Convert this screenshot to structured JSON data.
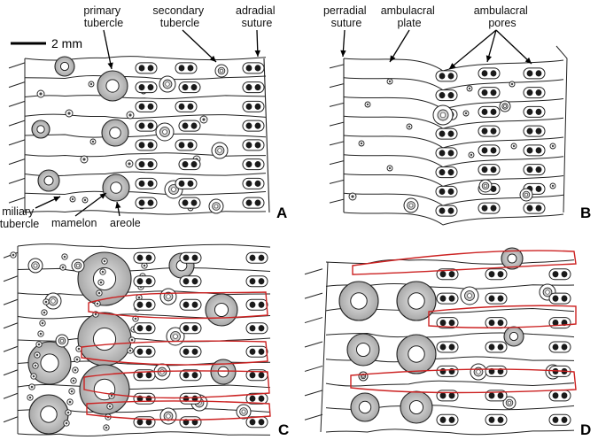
{
  "scale_bar": {
    "label": "2 mm"
  },
  "panels": [
    {
      "id": "A",
      "label": "A"
    },
    {
      "id": "B",
      "label": "B"
    },
    {
      "id": "C",
      "label": "C"
    },
    {
      "id": "D",
      "label": "D"
    }
  ],
  "labels": {
    "primary_tubercle": [
      "primary",
      "tubercle"
    ],
    "secondary_tubercle": [
      "secondary",
      "tubercle"
    ],
    "adradial_suture": [
      "adradial",
      "suture"
    ],
    "miliary_tubercle": [
      "miliary",
      "tubercle"
    ],
    "mamelon": [
      "mamelon"
    ],
    "areole": [
      "areole"
    ],
    "perradial_suture": [
      "perradial",
      "suture"
    ],
    "ambulacral_plate": [
      "ambulacral",
      "plate"
    ],
    "ambulacral_pores": [
      "ambulacral",
      "pores"
    ]
  },
  "colors": {
    "outline": "#222222",
    "areole_fill": "#bdbdbd",
    "pore_fill": "#1a1a1a",
    "highlight": "#cc2222"
  }
}
